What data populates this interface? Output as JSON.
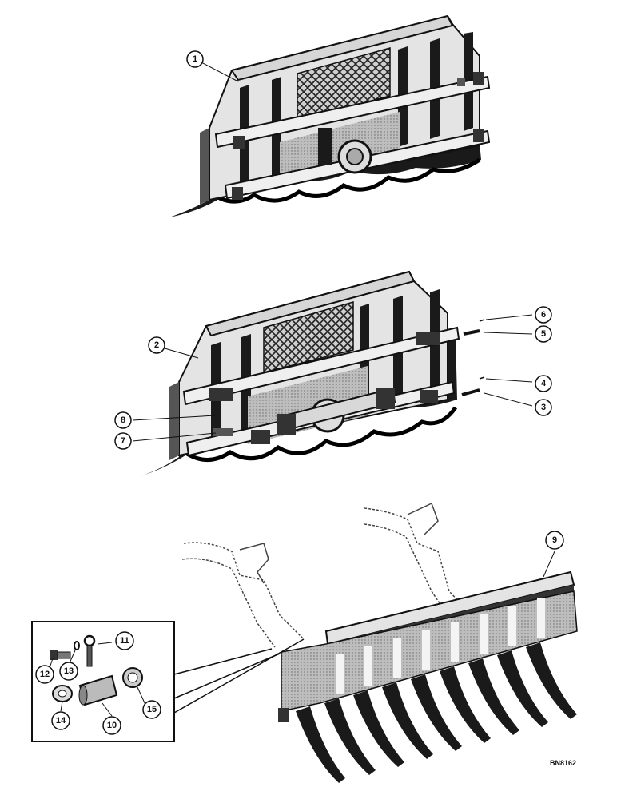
{
  "drawing_code": "BN8162",
  "callouts": [
    "1",
    "2",
    "3",
    "4",
    "5",
    "6",
    "7",
    "8",
    "9",
    "10",
    "11",
    "12",
    "13",
    "14",
    "15"
  ]
}
